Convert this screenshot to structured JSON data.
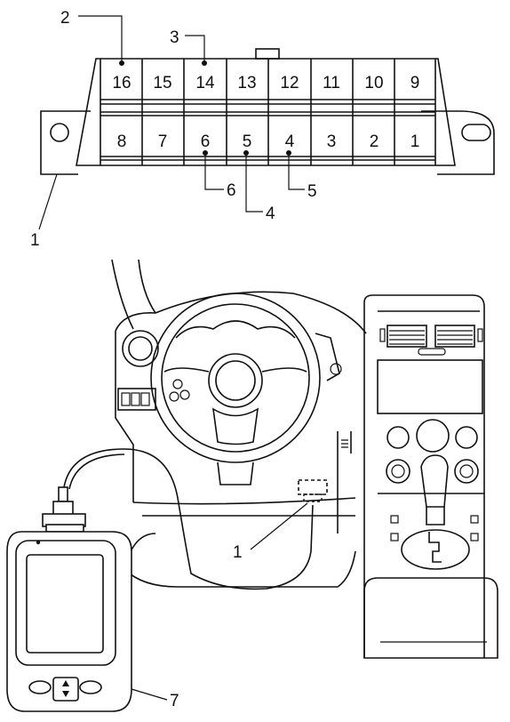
{
  "connector": {
    "top_pins": [
      "16",
      "15",
      "14",
      "13",
      "12",
      "11",
      "10",
      "9"
    ],
    "bottom_pins": [
      "8",
      "7",
      "6",
      "5",
      "4",
      "3",
      "2",
      "1"
    ]
  },
  "callouts": {
    "c1_top": "1",
    "c2": "2",
    "c3": "3",
    "c4": "4",
    "c5": "5",
    "c6": "6",
    "c1_dash": "1",
    "c7": "7"
  }
}
